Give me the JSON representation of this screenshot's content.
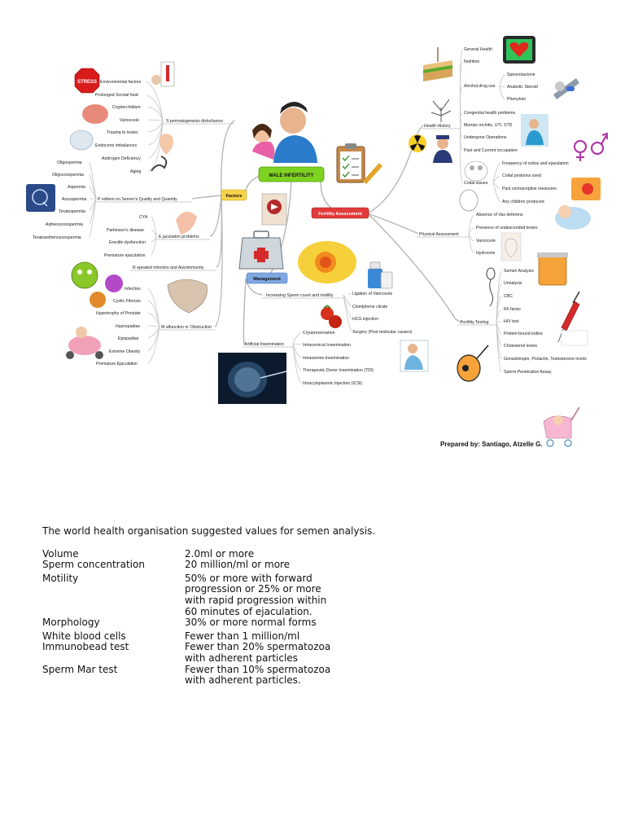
{
  "mindmap": {
    "center": "MALE INFERTILITY",
    "factors": {
      "label": "Factors",
      "groups": [
        {
          "label": "S permatogenesis disturbance",
          "items": [
            "Environmental factors",
            "Prolonged Scrotal heat",
            "Cryptorchidism",
            "Varicocele",
            "Trauma to testes",
            "Endocrine imbalances",
            "Androgen Deficiency",
            "Aging"
          ]
        },
        {
          "label": "P roblem on Semen's Quality and Quantity",
          "items": [
            "Oligospermia",
            "Oligozoospermia",
            "Aspermia",
            "Azoospermia",
            "Teratospermia",
            "Asthenozoospermia",
            "Teratoasthenozoospermia"
          ]
        },
        {
          "label": "E jaculation problems",
          "items": [
            "CYA",
            "Parkinson's disease",
            "Erectile dysfunction",
            "Premature ejaculation"
          ]
        },
        {
          "label": "R epeated infection and Autoimmunity",
          "items": []
        },
        {
          "label": "M alfunction or Obstruction",
          "items": [
            "Infection",
            "Cystic Fibrosis",
            "Hypertrophy of Prostate",
            "Hypospadias",
            "Epispadias",
            "Extreme Obesity",
            "Premature Ejaculation"
          ]
        }
      ],
      "stress_sign": "STRESS"
    },
    "management": {
      "label": "Management",
      "groups": [
        {
          "label": "Increasing Sperm count and motility",
          "items": [
            "Ligation of Varicocele",
            "Clomiphene citrate",
            "HCG injection",
            "Surgery (Post testicular causes)"
          ]
        },
        {
          "label": "Artificial Insemination",
          "items": [
            "Cryopreservation",
            "Intracervical Insemination",
            "Intrauterine Insemination",
            "Therapeutic Donor Insemination (TDI)",
            "Intracytoplasmic Injection (ICSI)"
          ]
        }
      ]
    },
    "assessment": {
      "label": "Fertility Assessment",
      "health_history": {
        "label": "Health History",
        "items": [
          "General Health",
          "Nutrition",
          "Alcohol,drug use",
          "Congenital health problems",
          "Mumps orchitis, UTI, STD",
          "Undergone Operations",
          "Past and Current occupation",
          "Coital issues"
        ],
        "drug_items": [
          "Spironolactone",
          "Anabolic Steroid",
          "Phenytoin"
        ],
        "coital_items": [
          "Frequency of coitus and ejaculation",
          "Coital positions used",
          "Past contraceptive measures",
          "Any children produced"
        ]
      },
      "physical": {
        "label": "Physical Assessment",
        "items": [
          "Absence of Vas deferens",
          "Presence of undescended testes",
          "Varicocele",
          "Hydrocele"
        ]
      },
      "testing": {
        "label": "Fertility Testing",
        "items": [
          "Semen Analysis",
          "Urinalysis",
          "CBC",
          "Rh factor",
          "HIV test",
          "Protein-bound iodine",
          "Cholesterol levels",
          "Gonadotropin, Prolactin, Testosterone levels",
          "Sperm Penetration Assay"
        ]
      }
    }
  },
  "credit": "Prepared by: Santiago, Atzelle G.",
  "who": {
    "title": "The world health organisation suggested values for semen analysis.",
    "rows": [
      {
        "key": "Volume",
        "value": "2.0ml or more"
      },
      {
        "key": "Sperm concentration",
        "value": "20 million/ml or more"
      },
      {
        "key": "Motility",
        "value": "50% or more with forward progression or 25% or more with rapid progression within 60 minutes of ejaculation."
      },
      {
        "key": "Morphology",
        "value": "30% or more normal forms"
      },
      {
        "key": "White blood cells",
        "value": "Fewer than 1 million/ml"
      },
      {
        "key": "Immunobead test",
        "value": "Fewer than 20% spermatozoa with adherent particles"
      },
      {
        "key": "Sperm Mar test",
        "value": "Fewer than 10% spermatozoa with adherent particles."
      }
    ]
  },
  "colors": {
    "center": "#7ed321",
    "factors": "#f7d24a",
    "management": "#7fa7e0",
    "assessment": "#e23b3b"
  }
}
